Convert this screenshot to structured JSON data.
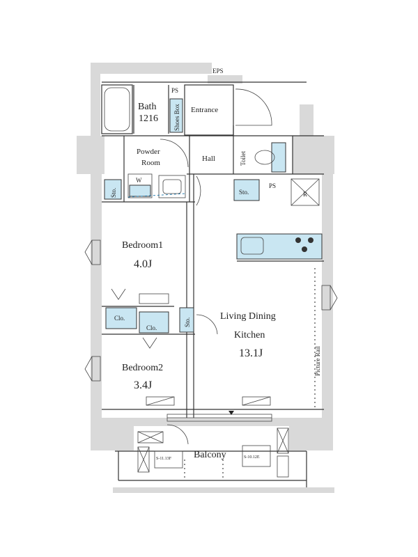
{
  "rooms": {
    "eps": "EPS",
    "ps_top": "PS",
    "bath": "Bath",
    "bath_size": "1216",
    "shoes_box": "Shoes Box",
    "entrance": "Entrance",
    "powder_room_1": "Powder",
    "powder_room_2": "Room",
    "hall": "Hall",
    "toilet": "Toilet",
    "washer": "W",
    "sto_left": "Sto.",
    "sto_hall": "Sto.",
    "ps_mid": "PS",
    "fridge": "R",
    "bedroom1": "Bedroom1",
    "bedroom1_size": "4.0J",
    "clo_1": "Clo.",
    "clo_2": "Clo.",
    "sto_mid": "Sto.",
    "ldk_1": "Living Dining",
    "ldk_2": "Kitchen",
    "ldk_size": "13.1J",
    "picture_rail": "Picture Rail",
    "bedroom2": "Bedroom2",
    "bedroom2_size": "3.4J",
    "balcony": "Balcony",
    "outdoor_unit_1": "S-11.13F",
    "outdoor_unit_2": "S-10.12E"
  }
}
